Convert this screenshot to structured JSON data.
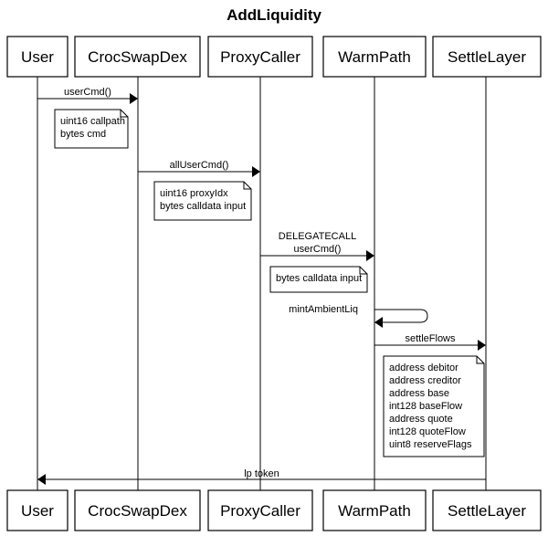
{
  "title": "AddLiquidity",
  "participants": [
    "User",
    "CrocSwapDex",
    "ProxyCaller",
    "WarmPath",
    "SettleLayer"
  ],
  "messages": [
    {
      "label": [
        "userCmd()"
      ],
      "from": "User",
      "to": "CrocSwapDex"
    },
    {
      "label": [
        "allUserCmd()"
      ],
      "from": "CrocSwapDex",
      "to": "ProxyCaller"
    },
    {
      "label": [
        "DELEGATECALL",
        "userCmd()"
      ],
      "from": "ProxyCaller",
      "to": "WarmPath"
    },
    {
      "label": [
        "mintAmbientLiq"
      ],
      "from": "WarmPath",
      "to": "WarmPath"
    },
    {
      "label": [
        "settleFlows"
      ],
      "from": "WarmPath",
      "to": "SettleLayer"
    },
    {
      "label": [
        "lp token"
      ],
      "from": "SettleLayer",
      "to": "User"
    }
  ],
  "notes": [
    {
      "lines": [
        "uint16 callpath",
        "bytes cmd"
      ]
    },
    {
      "lines": [
        "uint16 proxyIdx",
        "bytes calldata input"
      ]
    },
    {
      "lines": [
        "bytes calldata input"
      ]
    },
    {
      "lines": [
        "address debitor",
        "address creditor",
        "address base",
        "int128 baseFlow",
        "address quote",
        "int128 quoteFlow",
        "uint8 reserveFlags"
      ]
    }
  ]
}
